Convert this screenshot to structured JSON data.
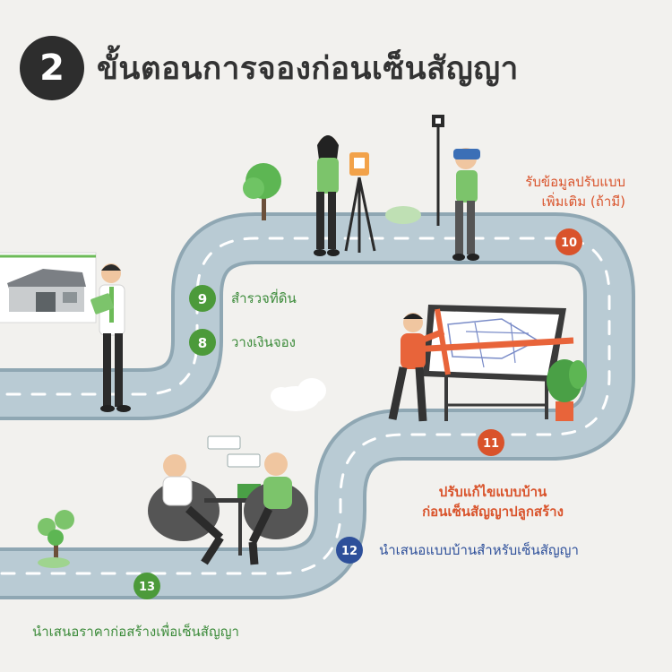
{
  "header": {
    "step_number": "2",
    "title": "ขั้นตอนการจองก่อนเซ็นสัญญา"
  },
  "steps": [
    {
      "number": "8",
      "label": "วางเงินจอง",
      "color": "#4c9a3a"
    },
    {
      "number": "9",
      "label": "สำรวจที่ดิน",
      "color": "#4c9a3a"
    },
    {
      "number": "10",
      "label_line1": "รับข้อมูลปรับแบบ",
      "label_line2": "เพิ่มเติม (ถ้ามี)",
      "color": "#d9532b"
    },
    {
      "number": "11",
      "label_line1": "ปรับแก้ไขแบบบ้าน",
      "label_line2": "ก่อนเซ็นสัญญาปลูกสร้าง",
      "color": "#d9532b"
    },
    {
      "number": "12",
      "label": "นำเสนอแบบบ้านสำหรับเซ็นสัญญา",
      "color": "#2d4f9a"
    },
    {
      "number": "13",
      "label": "นำเสนอราคาก่อสร้างเพื่อเซ็นสัญญา",
      "color": "#4c9a3a"
    }
  ],
  "colors": {
    "background": "#f2f1ee",
    "road": "#aec1cb",
    "road_edge": "#8fa7b3",
    "dash": "#ffffff",
    "accent_green": "#7cc46b",
    "accent_orange": "#e8643a",
    "dark": "#2d2d2d"
  }
}
